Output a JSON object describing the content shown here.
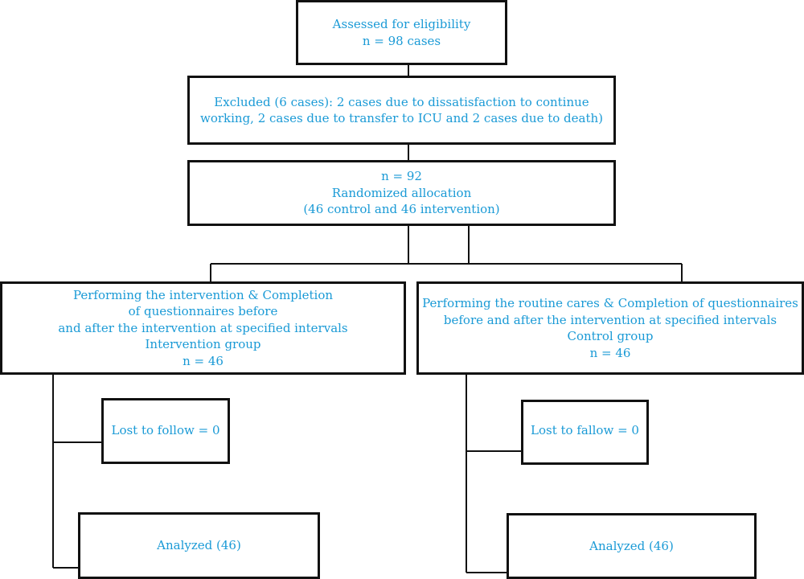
{
  "flowchart": {
    "eligibility": [
      "Assessed for eligibility",
      "n = 98 cases"
    ],
    "excluded": [
      "Excluded (6 cases): 2 cases due to dissatisfaction to continue",
      "working, 2 cases due to transfer to ICU and 2 cases due to death)"
    ],
    "randomized": [
      "n = 92",
      "Randomized allocation",
      "(46 control and 46 intervention)"
    ],
    "intervention_group": [
      "Performing the intervention & Completion",
      "of questionnaires before",
      "and after the intervention at specified intervals",
      "Intervention group",
      "n = 46"
    ],
    "control_group": [
      "Performing the routine  cares & Completion of questionnaires",
      "before and after the intervention at specified intervals",
      "Control group",
      "n = 46"
    ],
    "lost_intervention": "Lost to follow = 0",
    "lost_control": "Lost to fallow = 0",
    "analyzed_intervention": "Analyzed (46)",
    "analyzed_control": "Analyzed (46)"
  },
  "colors": {
    "text": "#1a9ad6",
    "border": "#111111",
    "background": "#ffffff"
  }
}
